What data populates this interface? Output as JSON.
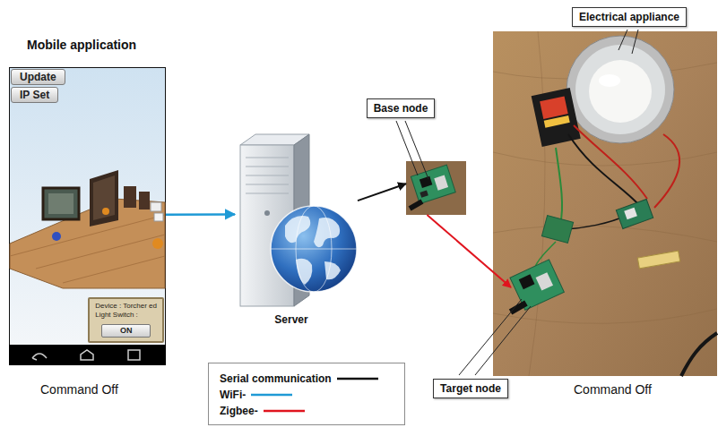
{
  "diagram": {
    "nodes": [
      {
        "text": [
          "Mobile application"
        ]
      },
      {
        "text": [
          "Update"
        ],
        "in": 0
      },
      {
        "text": [
          "IP Set"
        ],
        "in": 0
      },
      {
        "text": [
          "Device : Torcher ed",
          "Light Switch :"
        ],
        "in": 0
      },
      {
        "text": [
          "ON"
        ],
        "in": 3
      },
      {
        "text": [
          "Server"
        ]
      },
      {
        "text": [
          "Base node"
        ]
      },
      {
        "text": [
          "Electrical appliance"
        ]
      },
      {
        "text": [
          "Target node"
        ]
      }
    ],
    "edges": [
      {
        "from": 0,
        "to": 5,
        "arrow": "to"
      },
      {
        "from": 5,
        "to": 6,
        "arrow": "to"
      },
      {
        "from": 6,
        "to": 8,
        "arrow": "to"
      }
    ],
    "labels": [
      "Command Off",
      "Command Off"
    ],
    "legend": [
      {
        "text": "Serial communication"
      },
      {
        "text": "WiFi-"
      },
      {
        "text": "Zigbee-"
      }
    ]
  }
}
